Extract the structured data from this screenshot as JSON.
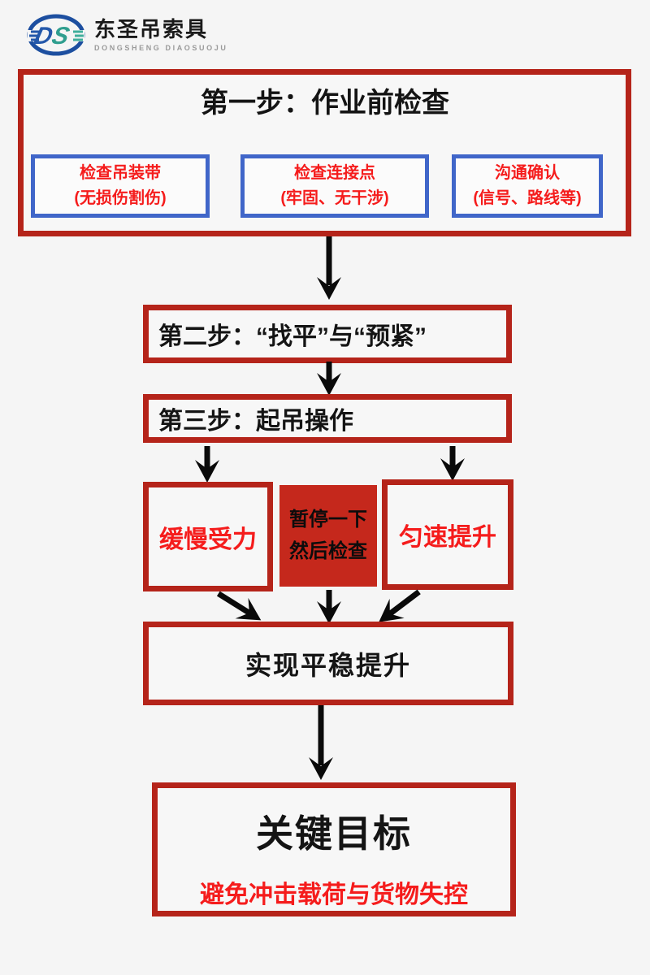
{
  "logo": {
    "icon": "ds-monogram-icon",
    "brand": "东圣吊索具",
    "subtitle": "DONGSHENG DIAOSUOJU"
  },
  "flow": {
    "step1": {
      "title": "第一步：作业前检查",
      "checks": [
        {
          "line1": "检查吊装带",
          "line2": "(无损伤割伤)"
        },
        {
          "line1": "检查连接点",
          "line2": "(牢固、无干涉)"
        },
        {
          "line1": "沟通确认",
          "line2": "(信号、路线等)"
        }
      ]
    },
    "step2": {
      "title": "第二步：“找平”与“预紧”"
    },
    "step3": {
      "title": "第三步：起吊操作"
    },
    "branch_left": {
      "label": "缓慢受力"
    },
    "branch_middle": {
      "line1": "暂停一下",
      "line2": "然后检查"
    },
    "branch_right": {
      "label": "匀速提升"
    },
    "result": {
      "title": "实现平稳提升"
    },
    "goal": {
      "title": "关键目标",
      "subtitle": "避免冲击载荷与货物失控"
    }
  },
  "colors": {
    "box_border_red": "#b5241a",
    "box_fill_red": "#c5281c",
    "text_red": "#f51c1c",
    "box_border_blue": "#4066c9",
    "text_black": "#141414",
    "background": "#f5f5f5",
    "arrow_black": "#0a0a0a",
    "logo_blue": "#1d4fa0",
    "logo_teal": "#2f9e8f"
  }
}
